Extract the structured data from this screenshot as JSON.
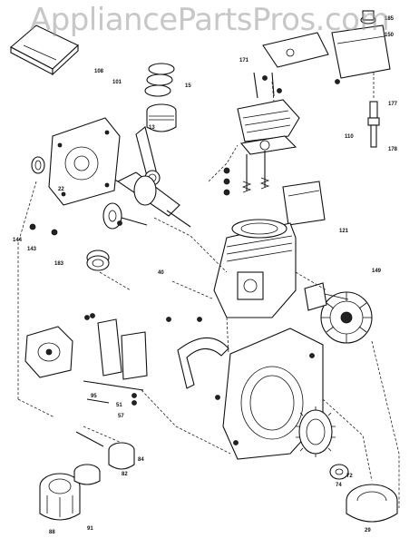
{
  "watermark": "AppliancePartsPros.com",
  "part_labels": [
    {
      "id": "p-108",
      "text": "108"
    },
    {
      "id": "p-101",
      "text": "101"
    },
    {
      "id": "p-15",
      "text": "15"
    },
    {
      "id": "p-171",
      "text": "171"
    },
    {
      "id": "p-185",
      "text": "185"
    },
    {
      "id": "p-150",
      "text": "150"
    },
    {
      "id": "p-177",
      "text": "177"
    },
    {
      "id": "p-178",
      "text": "178"
    },
    {
      "id": "p-110",
      "text": "110"
    },
    {
      "id": "p-22",
      "text": "22"
    },
    {
      "id": "p-121",
      "text": "121"
    },
    {
      "id": "p-144",
      "text": "144"
    },
    {
      "id": "p-143",
      "text": "143"
    },
    {
      "id": "p-183",
      "text": "183"
    },
    {
      "id": "p-149",
      "text": "149"
    },
    {
      "id": "p-95",
      "text": "95"
    },
    {
      "id": "p-51",
      "text": "51"
    },
    {
      "id": "p-57",
      "text": "57"
    },
    {
      "id": "p-72",
      "text": "72"
    },
    {
      "id": "p-74",
      "text": "74"
    },
    {
      "id": "p-88",
      "text": "88"
    },
    {
      "id": "p-91",
      "text": "91"
    },
    {
      "id": "p-82",
      "text": "82"
    },
    {
      "id": "p-84",
      "text": "84"
    },
    {
      "id": "p-13",
      "text": "13"
    },
    {
      "id": "p-40",
      "text": "40"
    },
    {
      "id": "p-29",
      "text": "29"
    }
  ]
}
